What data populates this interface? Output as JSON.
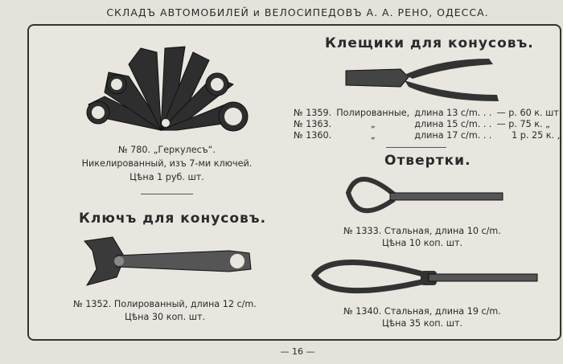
{
  "header": "СКЛАДЪ АВТОМОБИЛЕЙ и ВЕЛОСИПЕДОВЪ А. А. РЕНО, ОДЕССА.",
  "hercules": {
    "line1": "№ 780. „Геркулесъ“.",
    "line2": "Никелированный, изъ 7-ми ключей.",
    "line3": "Цѣна 1 руб. шт."
  },
  "cone_key": {
    "title": "Ключъ для конусовъ.",
    "line1": "№ 1352. Полированный, длина 12 с/m.",
    "line2": "Цѣна 30 коп. шт."
  },
  "pliers": {
    "title": "Клещики для конусовъ.",
    "rows": [
      [
        "№ 1359.",
        "Полированные,",
        "длина 13 с/m. . .",
        "— р. 60 к. шт."
      ],
      [
        "№ 1363.",
        "„",
        "длина 15 с/m. . .",
        "— р. 75 к. „"
      ],
      [
        "№ 1360.",
        "„",
        "длина 17 с/m. . .",
        "1 р. 25 к. „"
      ]
    ]
  },
  "screwdrivers": {
    "title": "Отвертки.",
    "item1": {
      "line1": "№ 1333. Стальная, длина 10 с/m.",
      "line2": "Цѣна 10 коп. шт."
    },
    "item2": {
      "line1": "№ 1340. Стальная, длина 19 с/m.",
      "line2": "Цѣна 35 коп. шт."
    }
  },
  "footer": "— 16 —"
}
